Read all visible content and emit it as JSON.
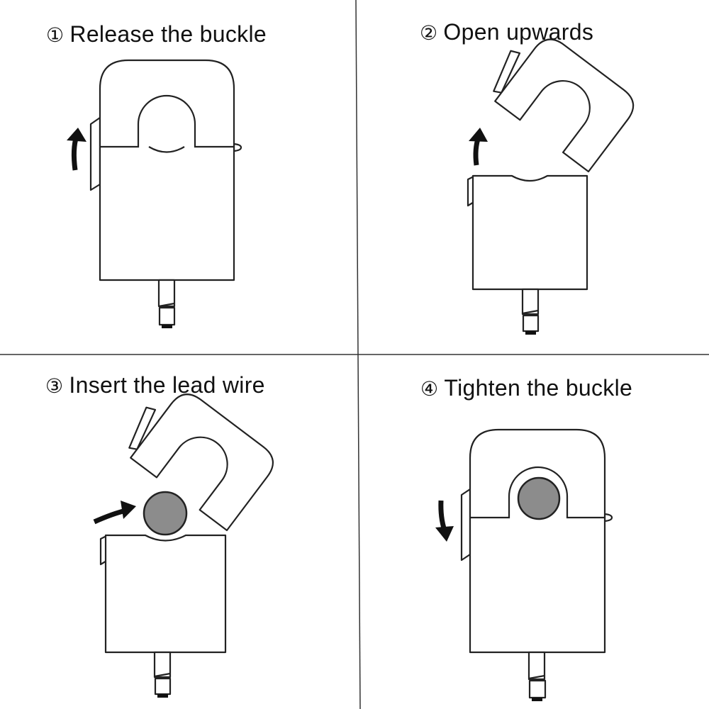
{
  "steps": [
    {
      "number": "①",
      "label": "Release the buckle"
    },
    {
      "number": "②",
      "label": "Open upwards"
    },
    {
      "number": "③",
      "label": "Insert the lead wire"
    },
    {
      "number": "④",
      "label": "Tighten the buckle"
    }
  ],
  "colors": {
    "line": "#222222",
    "wire": "#8c8c8c",
    "background": "#ffffff"
  }
}
